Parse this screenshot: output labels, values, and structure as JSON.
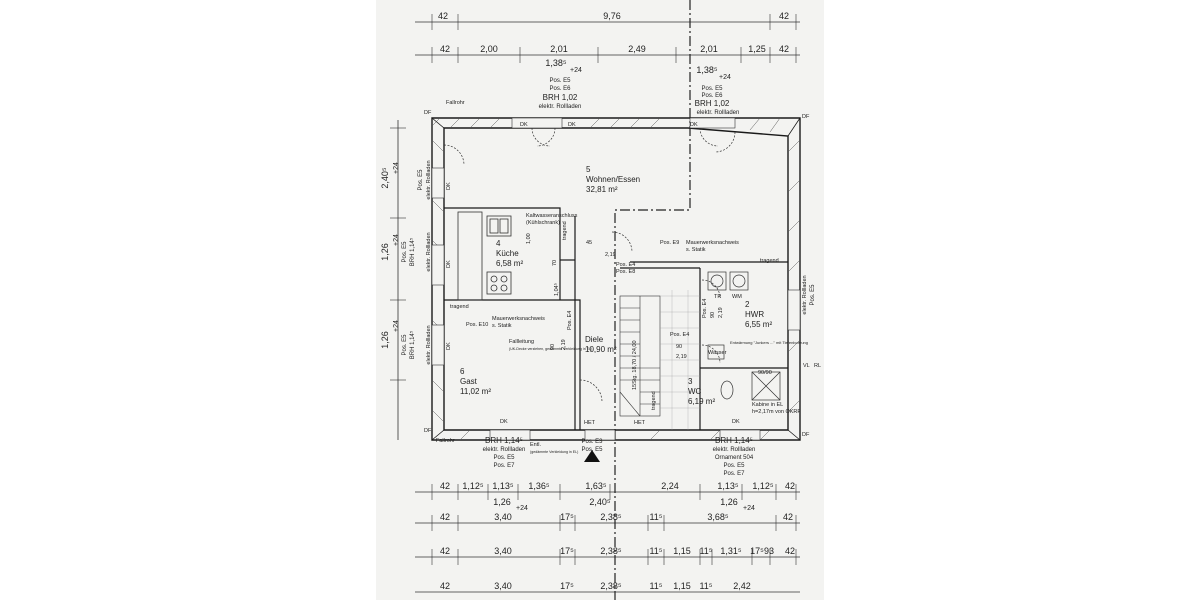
{
  "dims_top": {
    "row1": [
      "42",
      "9,76",
      "42"
    ],
    "row2": [
      "42",
      "2,00",
      "2,01",
      "2,49",
      "2,01",
      "1,25",
      "42"
    ],
    "row3": [
      "1,38⁵",
      "+24",
      "1,38⁵",
      "+24"
    ]
  },
  "dims_left": [
    "2,40⁵",
    "+24",
    "1,26",
    "+24",
    "1,26",
    "+24"
  ],
  "dims_bottom": {
    "row1": [
      "42",
      "1,12⁵",
      "1,13⁵",
      "1,36⁵",
      "1,63⁵",
      "2,24",
      "1,13⁵",
      "1,12⁵",
      "42"
    ],
    "row1b": [
      "1,26",
      "+24",
      "2,40⁵",
      "1,26",
      "+24"
    ],
    "row2": [
      "42",
      "3,40",
      "17⁵",
      "2,38⁵",
      "11⁵",
      "3,68⁵",
      "42"
    ],
    "row3": [
      "42",
      "3,40",
      "17⁵",
      "2,38⁵",
      "11⁵",
      "1,15",
      "11⁵",
      "1,31⁵",
      "17⁵",
      "93",
      "42"
    ],
    "row4": [
      "42",
      "3,40",
      "17⁵",
      "2,38⁵",
      "11⁵",
      "1,15",
      "11⁵",
      "2,42"
    ]
  },
  "windows": {
    "top_left": {
      "pos1": "Pos. E5",
      "pos2": "Pos. E6",
      "brh": "BRH 1,02",
      "info": "elektr. Rollladen"
    },
    "top_right": {
      "pos1": "Pos. E5",
      "pos2": "Pos. E6",
      "brh": "BRH 1,02",
      "info": "elektr. Rollladen"
    },
    "left_upper": {
      "pos": "Pos. E5",
      "info": "elektr. Rollladen"
    },
    "left_kitchen": {
      "pos": "Pos. E5",
      "brh": "BRH 1,14⁵",
      "info": "elektr. Rollladen"
    },
    "left_guest": {
      "pos": "Pos. E5",
      "brh": "BRH 1,14⁵",
      "info": "elektr. Rollladen"
    },
    "right_hwr": {
      "pos": "Pos. E5",
      "info": "elektr. Rollladen"
    },
    "bottom_left": {
      "brh": "BRH 1,14⁵",
      "info": "elektr. Rollladen",
      "pos1": "Pos. E5",
      "pos2": "Pos. E7"
    },
    "bottom_right": {
      "brh": "BRH 1,14⁵",
      "info": "elektr. Rollladen",
      "extra": "Ornament 504",
      "pos1": "Pos. E5",
      "pos2": "Pos. E7"
    },
    "bottom_entry": {
      "pos1": "Pos. E3",
      "pos2": "Pos. E5"
    }
  },
  "rooms": {
    "wohnen": {
      "num": "5",
      "name": "Wohnen/Essen",
      "area": "32,81 m²"
    },
    "kueche": {
      "num": "4",
      "name": "Küche",
      "area": "6,58 m²"
    },
    "gast": {
      "num": "6",
      "name": "Gast",
      "area": "11,02 m²"
    },
    "diele": {
      "name": "Diele",
      "area": "10,90 m²"
    },
    "hwr": {
      "num": "2",
      "name": "HWR",
      "area": "6,55 m²"
    },
    "wc": {
      "num": "3",
      "name": "WC",
      "area": "6,19 m²"
    }
  },
  "labels": {
    "fallrohr": "Fallrohr",
    "df": "DF",
    "dk": "DK",
    "kaltwasser": "Kaltwasseranschluss",
    "kuehlschrank": "(Kühlschrank)",
    "tragend": "tragend",
    "mauerwerk": "Mauerwerksnachweis",
    "statik": "s. Statik",
    "pos_e9": "Pos. E9",
    "pos_e10": "Pos. E10",
    "pos_e4": "Pos. E4",
    "pos_e8": "Pos. E8",
    "fallleitung": "Fallleitung",
    "fallleitung_note": "(UK-Decke verziehen, gedämmte Verkleidung in EL)",
    "entl": "Entl.",
    "entl_note": "(gedämmte Verkleidung in EL)",
    "het": "HET",
    "wasser": "Wasser",
    "entwaermung": "Entwärmung \"Junkers ...\" mit Tiefenbohrung",
    "kabine": "Kabine in EL",
    "kabine_h": "h=2,17m von OKRF",
    "vl": "VL",
    "rl": "RL",
    "wm": "WM",
    "tr": "TR",
    "stairs": "15Stg. 18,70 / 24,00",
    "shower": "90/90",
    "dim_100": "1,00",
    "dim_70": "70",
    "dim_104": "1,04⁵",
    "dim_45": "45",
    "dim_90": "90",
    "dim_219": "2,19",
    "pos_e4_b": "Pos. E4"
  }
}
